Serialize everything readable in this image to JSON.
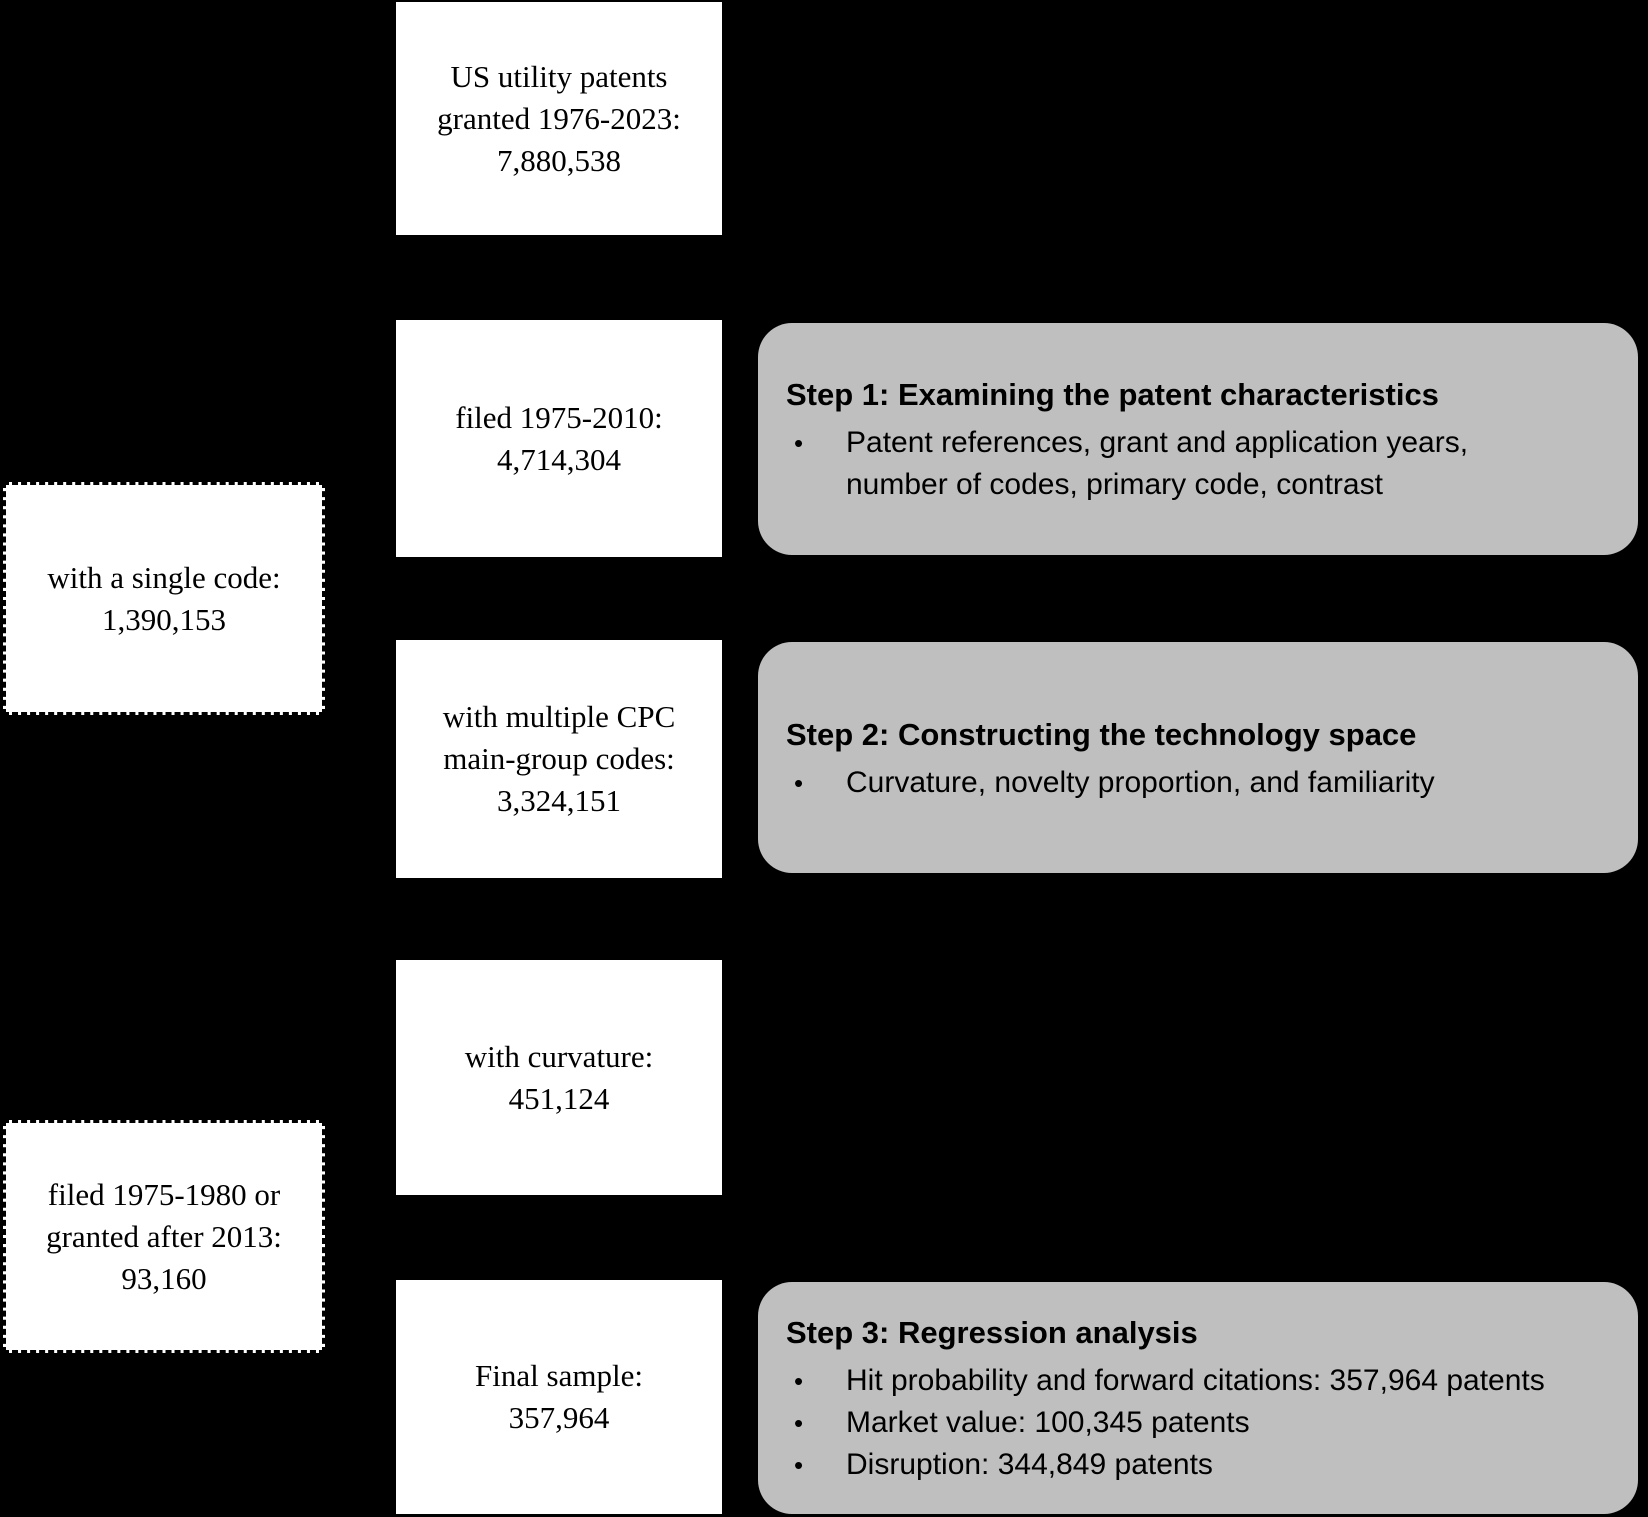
{
  "colors": {
    "background": "#000000",
    "box_fill": "#ffffff",
    "step_fill": "#bfbfbf",
    "text": "#000000"
  },
  "bullet_glyph": "•",
  "flow_boxes": [
    {
      "lines": [
        "US utility patents",
        "granted 1976-2023:",
        "7,880,538"
      ]
    },
    {
      "lines": [
        "filed 1975-2010:",
        "4,714,304"
      ]
    },
    {
      "lines": [
        "with multiple CPC",
        "main-group codes:",
        "3,324,151"
      ]
    },
    {
      "lines": [
        "with curvature:",
        "451,124"
      ]
    },
    {
      "lines": [
        "Final sample:",
        "357,964"
      ]
    }
  ],
  "excluded_boxes": [
    {
      "lines": [
        "with a single code:",
        "1,390,153"
      ]
    },
    {
      "lines": [
        "filed 1975-1980 or",
        "granted after 2013:",
        "93,160"
      ]
    }
  ],
  "step_boxes": [
    {
      "title": "Step 1: Examining the patent characteristics",
      "bullets": [
        {
          "lines": [
            "Patent references, grant and application years,",
            "number of codes, primary code, contrast"
          ]
        }
      ]
    },
    {
      "title": "Step 2: Constructing the technology space",
      "bullets": [
        {
          "lines": [
            "Curvature, novelty proportion, and familiarity"
          ]
        }
      ]
    },
    {
      "title": "Step 3: Regression analysis",
      "bullets": [
        {
          "lines": [
            "Hit probability and forward citations: 357,964 patents"
          ]
        },
        {
          "lines": [
            "Market value: 100,345 patents"
          ]
        },
        {
          "lines": [
            "Disruption: 344,849 patents"
          ]
        }
      ]
    }
  ]
}
